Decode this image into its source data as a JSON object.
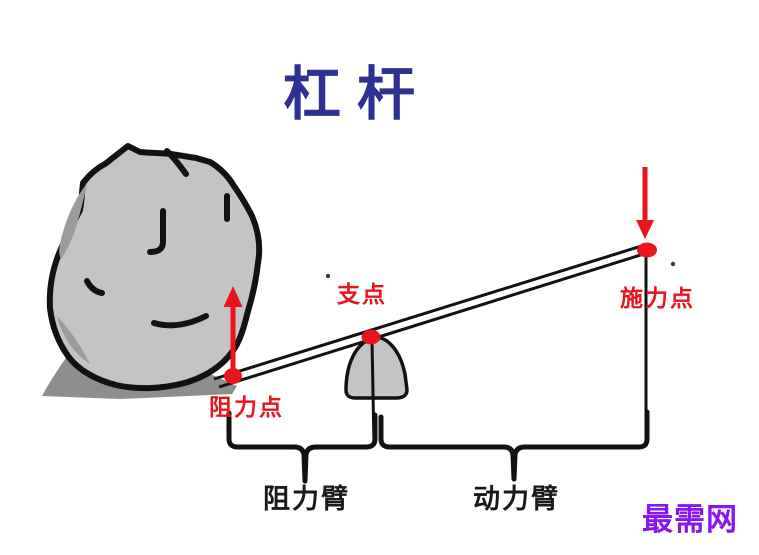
{
  "title": "杠杆",
  "labels": {
    "fulcrum": "支点",
    "effort_point": "施力点",
    "resistance_point": "阻力点",
    "resistance_arm": "阻力臂",
    "effort_arm": "动力臂"
  },
  "watermark": "最需网",
  "colors": {
    "title": "#2e3191",
    "red": "#e8141e",
    "rock_fill": "#c4c4c4",
    "rock_shade": "#9b9b9b",
    "shadow": "#8e8e8e",
    "outline": "#121212",
    "watermark": "#8a16ef",
    "arm_label": "#1a1a1a",
    "bg": "#ffffff"
  }
}
